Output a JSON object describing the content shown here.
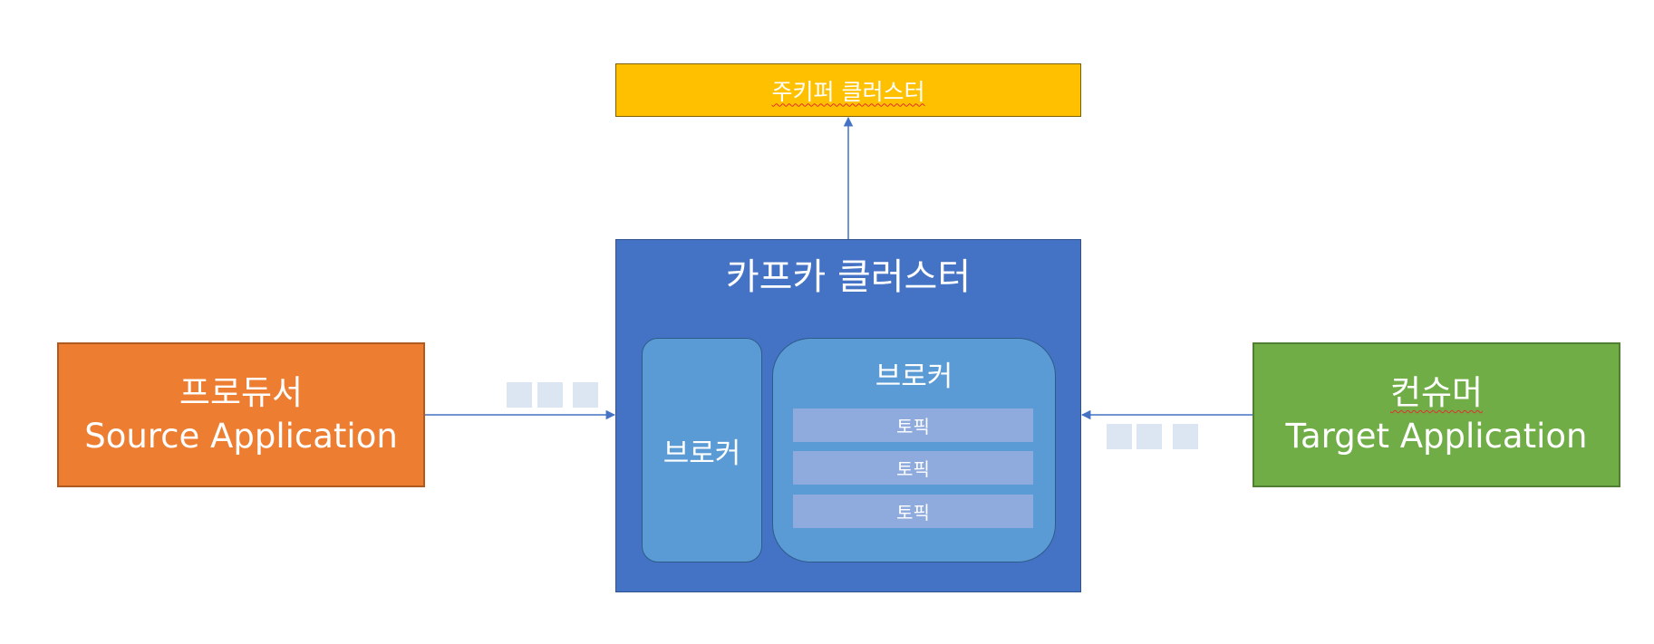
{
  "colors": {
    "zookeeper": "#ffc000",
    "kafka": "#4472c4",
    "broker": "#5b9bd5",
    "topic": "#8faadc",
    "producer": "#ed7d31",
    "consumer": "#70ad47",
    "arrow": "#4472c4",
    "message_chip": "#dce6f2"
  },
  "zookeeper": {
    "label": "주키퍼 클러스터"
  },
  "kafka_cluster": {
    "title": "카프카 클러스터",
    "brokers": [
      {
        "label": "브로커",
        "topics": []
      },
      {
        "label": "브로커",
        "topics": [
          "토픽",
          "토픽",
          "토픽"
        ]
      }
    ]
  },
  "producer": {
    "label_ko": "프로듀서",
    "label_en": "Source Application"
  },
  "consumer": {
    "label_ko": "컨슈머",
    "label_en": "Target Application"
  },
  "edges": [
    {
      "from": "kafka_cluster",
      "to": "zookeeper"
    },
    {
      "from": "producer",
      "to": "kafka_cluster"
    },
    {
      "from": "consumer",
      "to": "kafka_cluster"
    }
  ],
  "message_chips": {
    "producer_side": 3,
    "consumer_side": 3
  }
}
